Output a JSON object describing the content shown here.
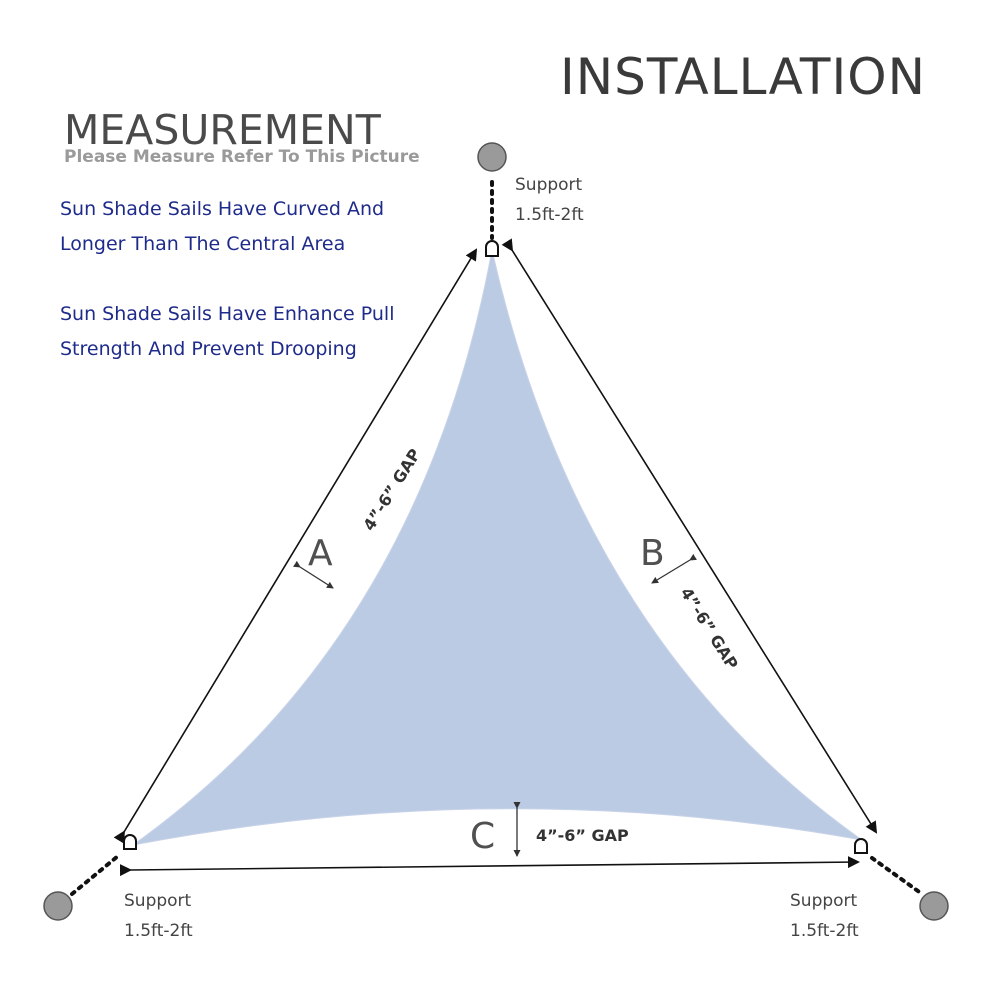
{
  "headings": {
    "installation": "INSTALLATION",
    "measurement": "MEASUREMENT",
    "measurement_sub": "Please Measure Refer To This Picture"
  },
  "notes": [
    {
      "line1": "Sun Shade Sails Have Curved And",
      "line2": "Longer Than The Central Area"
    },
    {
      "line1": "Sun Shade Sails Have Enhance Pull",
      "line2": "Strength And Prevent Drooping"
    }
  ],
  "supports": {
    "top": {
      "label": "Support",
      "length": "1.5ft-2ft"
    },
    "bottom_left": {
      "label": "Support",
      "length": "1.5ft-2ft"
    },
    "bottom_right": {
      "label": "Support",
      "length": "1.5ft-2ft"
    }
  },
  "sides": {
    "a": {
      "letter": "A",
      "gap": "4”-6” GAP"
    },
    "b": {
      "letter": "B",
      "gap": "4”-6” GAP"
    },
    "c": {
      "letter": "C",
      "gap": "4”-6” GAP"
    }
  },
  "colors": {
    "sail": "#bccbe4",
    "support_post": "#9a9a9a",
    "note_text": "#1f2b8a"
  }
}
